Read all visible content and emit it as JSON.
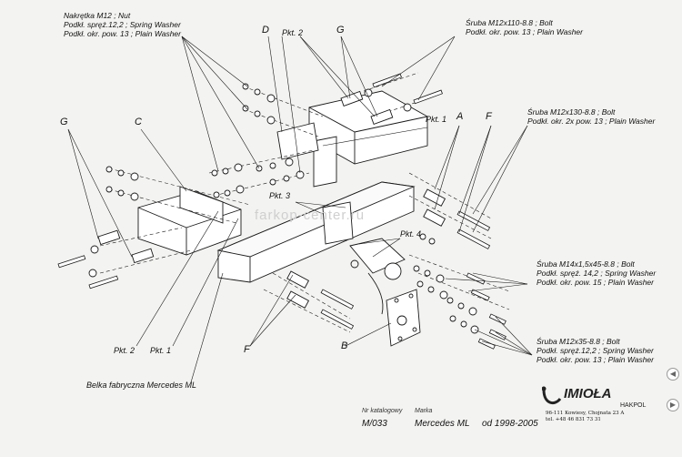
{
  "labels": {
    "nut": [
      "Nakrętka  M12 ; Nut",
      "Podkł. spręż.12,2 ; Spring Washer",
      "Podkł. okr. pow. 13 ; Plain Washer"
    ],
    "bolt110": [
      "Śruba M12x110-8.8 ;  Bolt",
      "Podkł. okr. pow. 13 ; Plain Washer"
    ],
    "bolt130": [
      "Śruba M12x130-8.8 ;  Bolt",
      "Podkł. okr. 2x pow. 13 ; Plain Washer"
    ],
    "bolt45": [
      "Śruba M14x1,5x45-8.8 ;  Bolt",
      "Podkł. spręż. 14,2 ; Spring Washer",
      "Podkł. okr. pow. 15 ; Plain Washer"
    ],
    "bolt35": [
      "Śruba M12x35-8.8 ;  Bolt",
      "Podkł. spręż.12,2 ; Spring Washer",
      "Podkł. okr. pow. 13 ; Plain Washer"
    ]
  },
  "letters": {
    "D": "D",
    "G1": "G",
    "G2": "G",
    "C": "C",
    "A": "A",
    "F1": "F",
    "F2": "F",
    "B": "B"
  },
  "points": {
    "pkt2a": "Pkt. 2",
    "pkt1a": "Pkt. 1",
    "pkt3": "Pkt. 3",
    "pkt4": "Pkt. 4",
    "pkt2b": "Pkt. 2",
    "pkt1b": "Pkt. 1"
  },
  "beam_label": "Belka fabryczna Mercedes ML",
  "meta": {
    "catalog_head": "Nr katalogowy",
    "catalog": "M/033",
    "brand_head": "Marka",
    "brand": "Mercedes ML",
    "years": "od 1998-2005"
  },
  "logo": {
    "name": "IMIOŁA",
    "sub": "HAKPOL"
  },
  "address": [
    "96-111 Kowiesy, Chojnata 23 A",
    "tel. +48 46 831 73 31"
  ],
  "watermark": "farkop-center.ru",
  "nav": {
    "prev": "◀",
    "next": "▶"
  },
  "colors": {
    "line": "#1a1a1a",
    "paper": "#f3f3f1"
  }
}
